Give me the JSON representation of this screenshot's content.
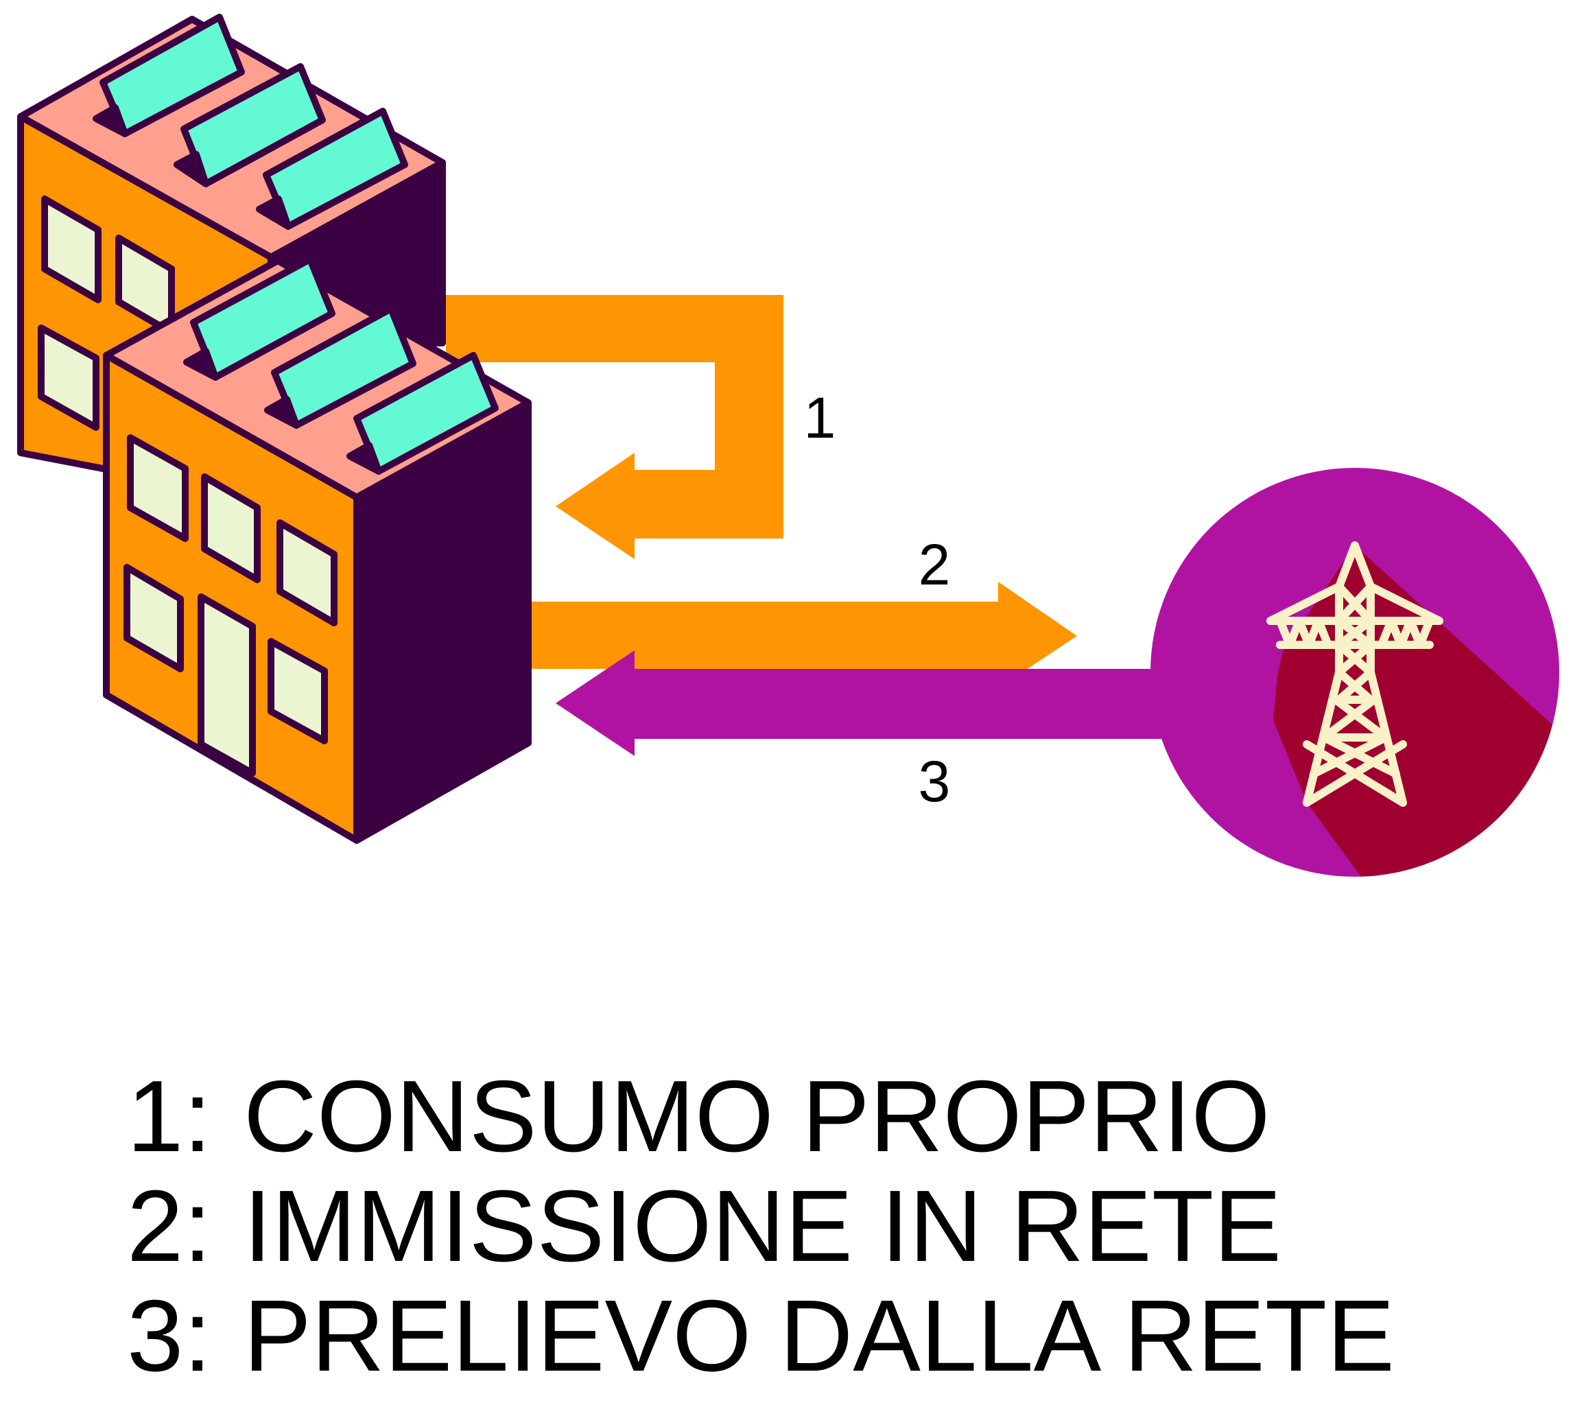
{
  "colors": {
    "orange": "#ff9502",
    "magenta": "#b013a2",
    "shadow": "#a0002f",
    "building_wall": "#ff9502",
    "building_roof": "#ffa08e",
    "building_dark_side": "#3b0042",
    "outline": "#3b0042",
    "window": "#ecf5d2",
    "panel": "#63f9d5",
    "tower": "#f9f2c8"
  },
  "icons": {
    "buildings": "apartment-buildings-with-solar-panels-icon",
    "grid": "electricity-pylon-icon"
  },
  "arrows": [
    {
      "number": "1",
      "color": "orange"
    },
    {
      "number": "2",
      "color": "orange"
    },
    {
      "number": "3",
      "color": "magenta"
    }
  ],
  "legend": [
    {
      "num": "1:",
      "text": "CONSUMO PROPRIO"
    },
    {
      "num": "2:",
      "text": "IMMISSIONE IN RETE"
    },
    {
      "num": "3:",
      "text": "PRELIEVO DALLA RETE"
    }
  ]
}
